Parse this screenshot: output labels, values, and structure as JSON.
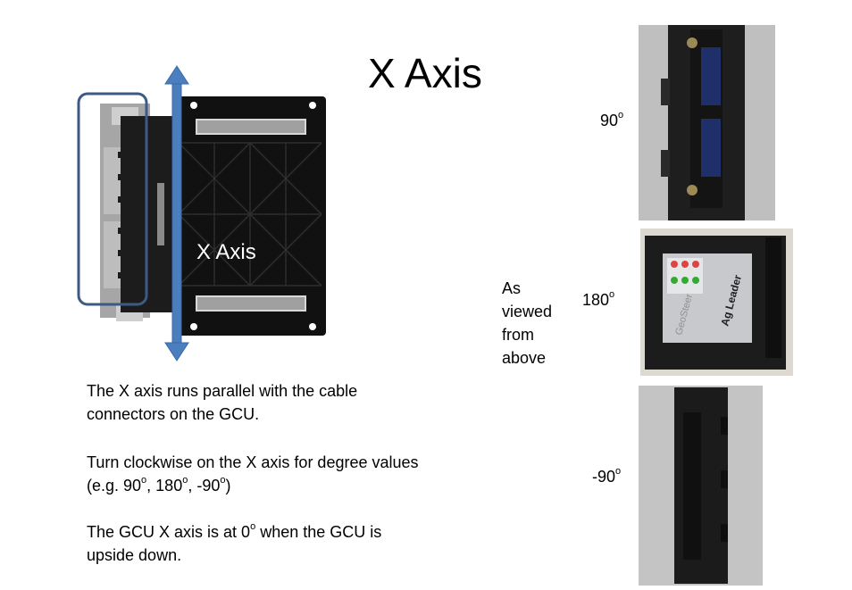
{
  "title": "X Axis",
  "diagram": {
    "axis_label": "X Axis"
  },
  "paragraphs": {
    "p1": "The X axis runs parallel with the cable connectors on the GCU.",
    "p2": {
      "pre": "Turn clockwise on the X axis for degree values (e.g. 90",
      "sup1": "o",
      "mid1": ", 180",
      "sup2": "o",
      "mid2": ", -90",
      "sup3": "o",
      "post": ")"
    },
    "p3": {
      "pre": "The GCU X axis is at 0",
      "sup": "o",
      "post": " when the GCU is upside down."
    }
  },
  "degrees": {
    "d90": {
      "value": "90",
      "unit": "o"
    },
    "d180": {
      "value": "180",
      "unit": "o"
    },
    "dneg90": {
      "value": "-90",
      "unit": "o"
    }
  },
  "viewed_note": "As viewed from above",
  "photo_label": {
    "logo": "Ag Leader",
    "product": "GeoSteer"
  },
  "colors": {
    "axis_arrow": "#4a7ebf",
    "connector_frame": "#3b5b86",
    "gcu_body": "#111111"
  }
}
